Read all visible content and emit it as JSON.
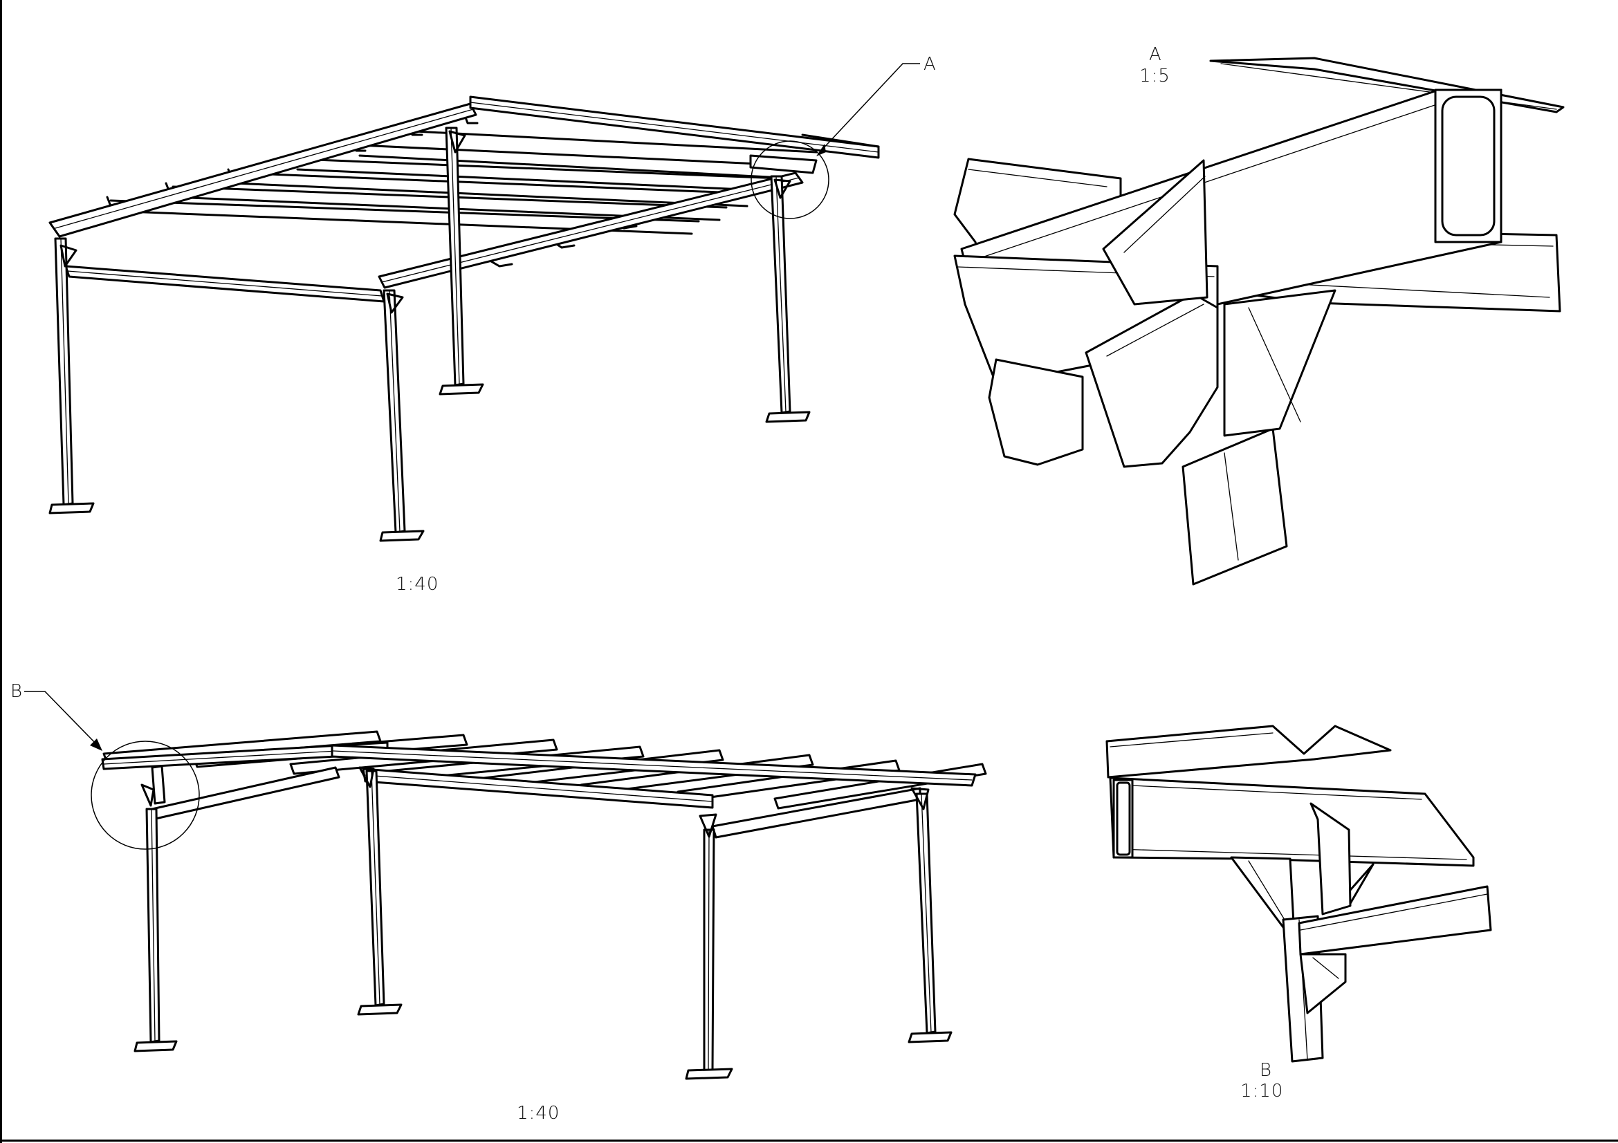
{
  "views": {
    "iso_top": {
      "scale": "1:40"
    },
    "detail_a": {
      "label": "A",
      "scale": "1:5"
    },
    "iso_bottom": {
      "scale": "1:40"
    },
    "detail_b": {
      "label": "B",
      "scale": "1:10"
    }
  },
  "callouts": {
    "a": {
      "label": "A"
    },
    "b": {
      "label": "B"
    }
  },
  "colors": {
    "line": "#000000",
    "paper": "#ffffff"
  }
}
